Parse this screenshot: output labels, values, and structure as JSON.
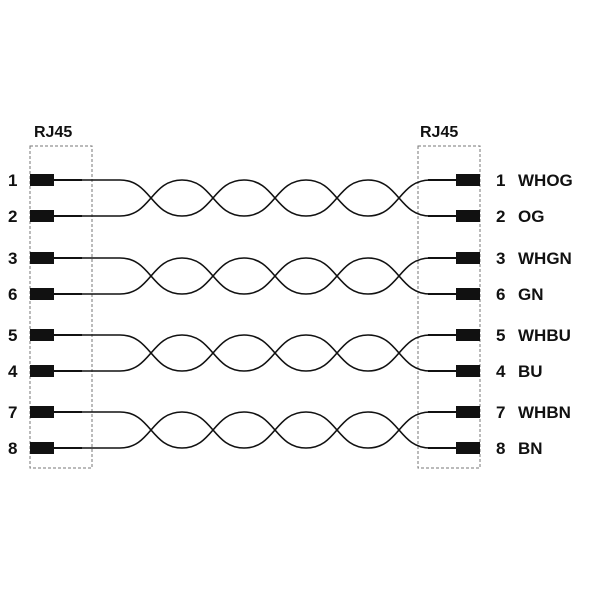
{
  "connectors": {
    "left": {
      "title": "RJ45"
    },
    "right": {
      "title": "RJ45"
    }
  },
  "pairs": [
    {
      "wires": [
        {
          "left": "1",
          "right_num": "1",
          "right_color": "WHOG"
        },
        {
          "left": "2",
          "right_num": "2",
          "right_color": "OG"
        }
      ]
    },
    {
      "wires": [
        {
          "left": "3",
          "right_num": "3",
          "right_color": "WHGN"
        },
        {
          "left": "6",
          "right_num": "6",
          "right_color": "GN"
        }
      ]
    },
    {
      "wires": [
        {
          "left": "5",
          "right_num": "5",
          "right_color": "WHBU"
        },
        {
          "left": "4",
          "right_num": "4",
          "right_color": "BU"
        }
      ]
    },
    {
      "wires": [
        {
          "left": "7",
          "right_num": "7",
          "right_color": "WHBN"
        },
        {
          "left": "8",
          "right_num": "8",
          "right_color": "BN"
        }
      ]
    }
  ]
}
